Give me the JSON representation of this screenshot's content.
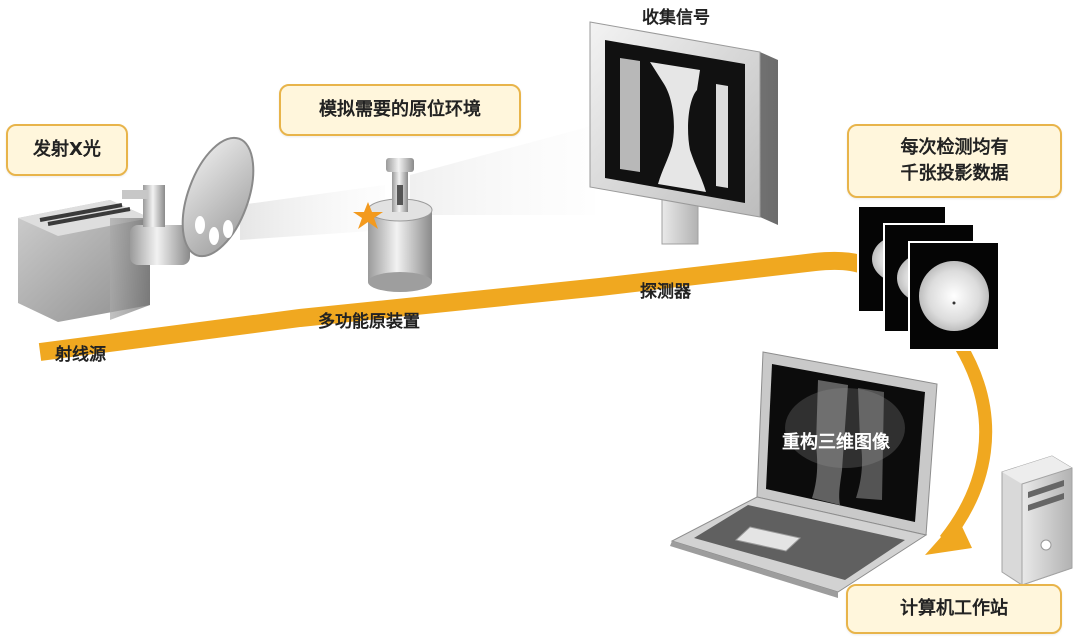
{
  "callouts": {
    "emit_xray": "发射X光",
    "simulate_env": "模拟需要的原位环境",
    "projections_line1": "每次检测均有",
    "projections_line2": "千张投影数据",
    "workstation": "计算机工作站"
  },
  "labels": {
    "collect_signal": "收集信号",
    "ray_source": "射线源",
    "in_situ_device": "多功能原装置",
    "detector": "探测器",
    "reconstruct": "重构三维图像"
  },
  "colors": {
    "beam": "#f0a820",
    "callout_fill": "#fff6dc",
    "callout_border": "#e8b44a",
    "star": "#f39a1e"
  }
}
